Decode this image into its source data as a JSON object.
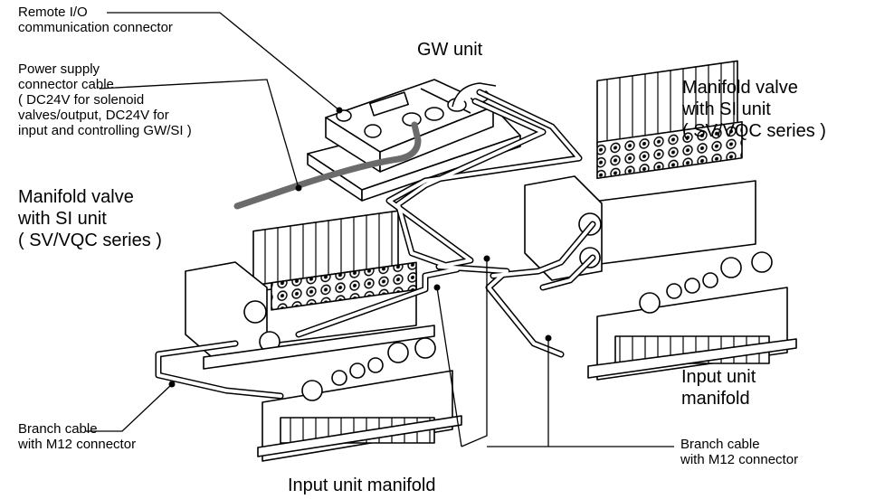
{
  "labels": {
    "remote_io": [
      "Remote I/O",
      "communication connector"
    ],
    "power_supply": [
      "Power supply",
      "connector cable",
      "( DC24V for solenoid",
      "valves/output, DC24V for",
      "input and controlling GW/SI )"
    ],
    "gw_unit": [
      "GW unit"
    ],
    "manifold_valve_left": [
      "Manifold valve",
      "with SI unit",
      "( SV/VQC series )"
    ],
    "manifold_valve_right": [
      "Manifold valve",
      "with SI unit",
      "( SV/VQC series )"
    ],
    "input_unit_right": [
      "Input unit",
      "manifold"
    ],
    "input_unit_bottom": [
      "Input unit manifold"
    ],
    "branch_cable_left": [
      "Branch cable",
      "with M12 connector"
    ],
    "branch_cable_right": [
      "Branch cable",
      "with M12 connector"
    ]
  },
  "colors": {
    "line": "#000000",
    "power_cable": "#6b6b6b",
    "background": "#ffffff"
  }
}
